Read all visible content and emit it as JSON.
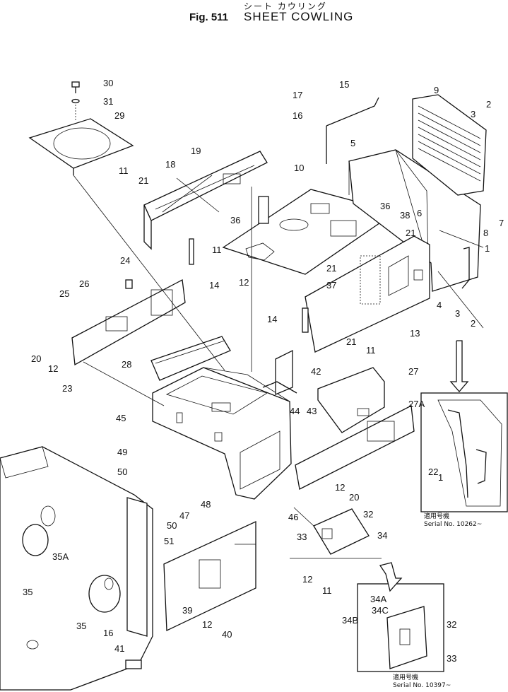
{
  "header": {
    "japanese_title": "シート カウリング",
    "fig_label": "Fig. 511",
    "title": "SHEET COWLING"
  },
  "callouts": [
    "1",
    "2",
    "3",
    "4",
    "5",
    "6",
    "7",
    "8",
    "9",
    "10",
    "11",
    "12",
    "13",
    "14",
    "15",
    "16",
    "17",
    "18",
    "19",
    "20",
    "21",
    "22",
    "23",
    "24",
    "25",
    "26",
    "27",
    "27A",
    "28",
    "29",
    "30",
    "31",
    "32",
    "33",
    "34",
    "34A",
    "34B",
    "34C",
    "35",
    "35A",
    "36",
    "37",
    "38",
    "39",
    "40",
    "41",
    "42",
    "43",
    "44",
    "45",
    "46",
    "47",
    "48",
    "49",
    "50",
    "51"
  ],
  "notes": {
    "serial_a_jp": "適用号機",
    "serial_a": "Serial No. 10262~",
    "serial_b_jp": "適用号機",
    "serial_b": "Serial No. 10397~"
  }
}
